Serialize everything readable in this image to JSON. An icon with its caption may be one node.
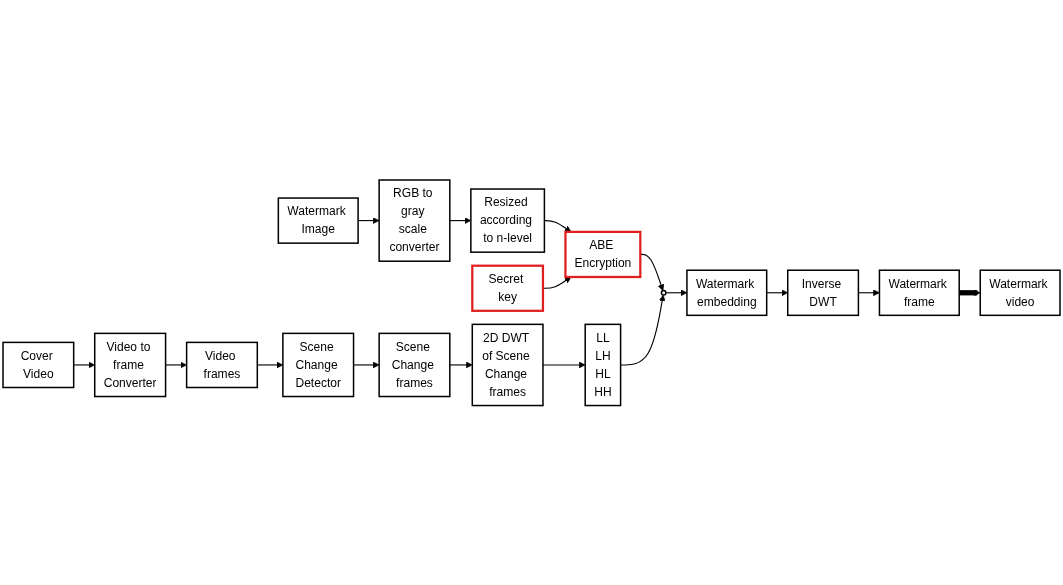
{
  "diagram": {
    "nodes": [
      {
        "text": [
          "Cover Video"
        ]
      },
      {
        "text": [
          "Video to frame Converter"
        ]
      },
      {
        "text": [
          "Video frames"
        ]
      },
      {
        "text": [
          "Scene Change Detector"
        ]
      },
      {
        "text": [
          "Scene Change frames"
        ]
      },
      {
        "text": [
          "2D DWT of Scene Change frames"
        ]
      },
      {
        "text": [
          "LL",
          "LH",
          "HL",
          "HH"
        ]
      },
      {
        "text": [
          "Watermark Image"
        ]
      },
      {
        "text": [
          "RGB to gray scale converter"
        ]
      },
      {
        "text": [
          "Resized according to n-level"
        ]
      },
      {
        "text": [
          "ABE Encryption"
        ]
      },
      {
        "text": [],
        "shape": "circle"
      },
      {
        "text": [
          "Secret key"
        ]
      },
      {
        "text": [
          "Watermark embedding"
        ]
      },
      {
        "text": [
          "Inverse DWT"
        ]
      },
      {
        "text": [
          "Watermark frame"
        ]
      },
      {
        "text": [
          "Watermark video"
        ]
      }
    ],
    "edges": [
      {
        "from": 0,
        "to": 1,
        "arrow": "to"
      },
      {
        "from": 1,
        "to": 2,
        "arrow": "to"
      },
      {
        "from": 2,
        "to": 3,
        "arrow": "to"
      },
      {
        "from": 3,
        "to": 4,
        "arrow": "to"
      },
      {
        "from": 4,
        "to": 5,
        "arrow": "to"
      },
      {
        "from": 5,
        "to": 6,
        "arrow": "to"
      },
      {
        "from": 7,
        "to": 8,
        "arrow": "to"
      },
      {
        "from": 8,
        "to": 9,
        "arrow": "to"
      },
      {
        "from": 9,
        "to": 10,
        "arrow": "to"
      },
      {
        "from": 10,
        "to": 11,
        "arrow": "to"
      },
      {
        "from": 6,
        "to": 11,
        "arrow": "to"
      },
      {
        "from": 12,
        "to": 10,
        "arrow": "to"
      },
      {
        "from": 11,
        "to": 13,
        "arrow": "to"
      },
      {
        "from": 13,
        "to": 14,
        "arrow": "to"
      },
      {
        "from": 14,
        "to": 15,
        "arrow": "to"
      },
      {
        "from": 15,
        "to": 16,
        "arrow": "to",
        "style": "thick"
      }
    ]
  }
}
